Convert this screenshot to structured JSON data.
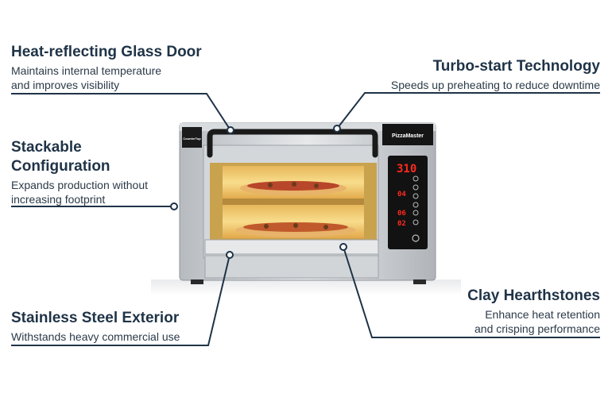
{
  "callouts": {
    "glass_door": {
      "title": "Heat-reflecting Glass Door",
      "desc_line1": "Maintains internal temperature",
      "desc_line2": "and improves visibility"
    },
    "turbo": {
      "title": "Turbo-start Technology",
      "desc": "Speeds up preheating to reduce downtime"
    },
    "stackable": {
      "title_line1": "Stackable",
      "title_line2": "Configuration",
      "desc_line1": "Expands production without",
      "desc_line2": "increasing footprint"
    },
    "stainless": {
      "title": "Stainless Steel Exterior",
      "desc": "Withstands heavy commercial use"
    },
    "hearthstones": {
      "title": "Clay Hearthstones",
      "desc_line1": "Enhance heat retention",
      "desc_line2": "and crisping performance"
    }
  },
  "oven": {
    "brand": "PizzaMaster",
    "model_badge": "CounterTop",
    "display_top": "310",
    "display_mid": "04",
    "display_low1": "06",
    "display_low2": "02"
  },
  "colors": {
    "text": "#1f3347",
    "leader": "#1f3347",
    "steel": "#c9ccd0",
    "glow": "#f2c35a",
    "display_red": "#ff2a1f"
  }
}
